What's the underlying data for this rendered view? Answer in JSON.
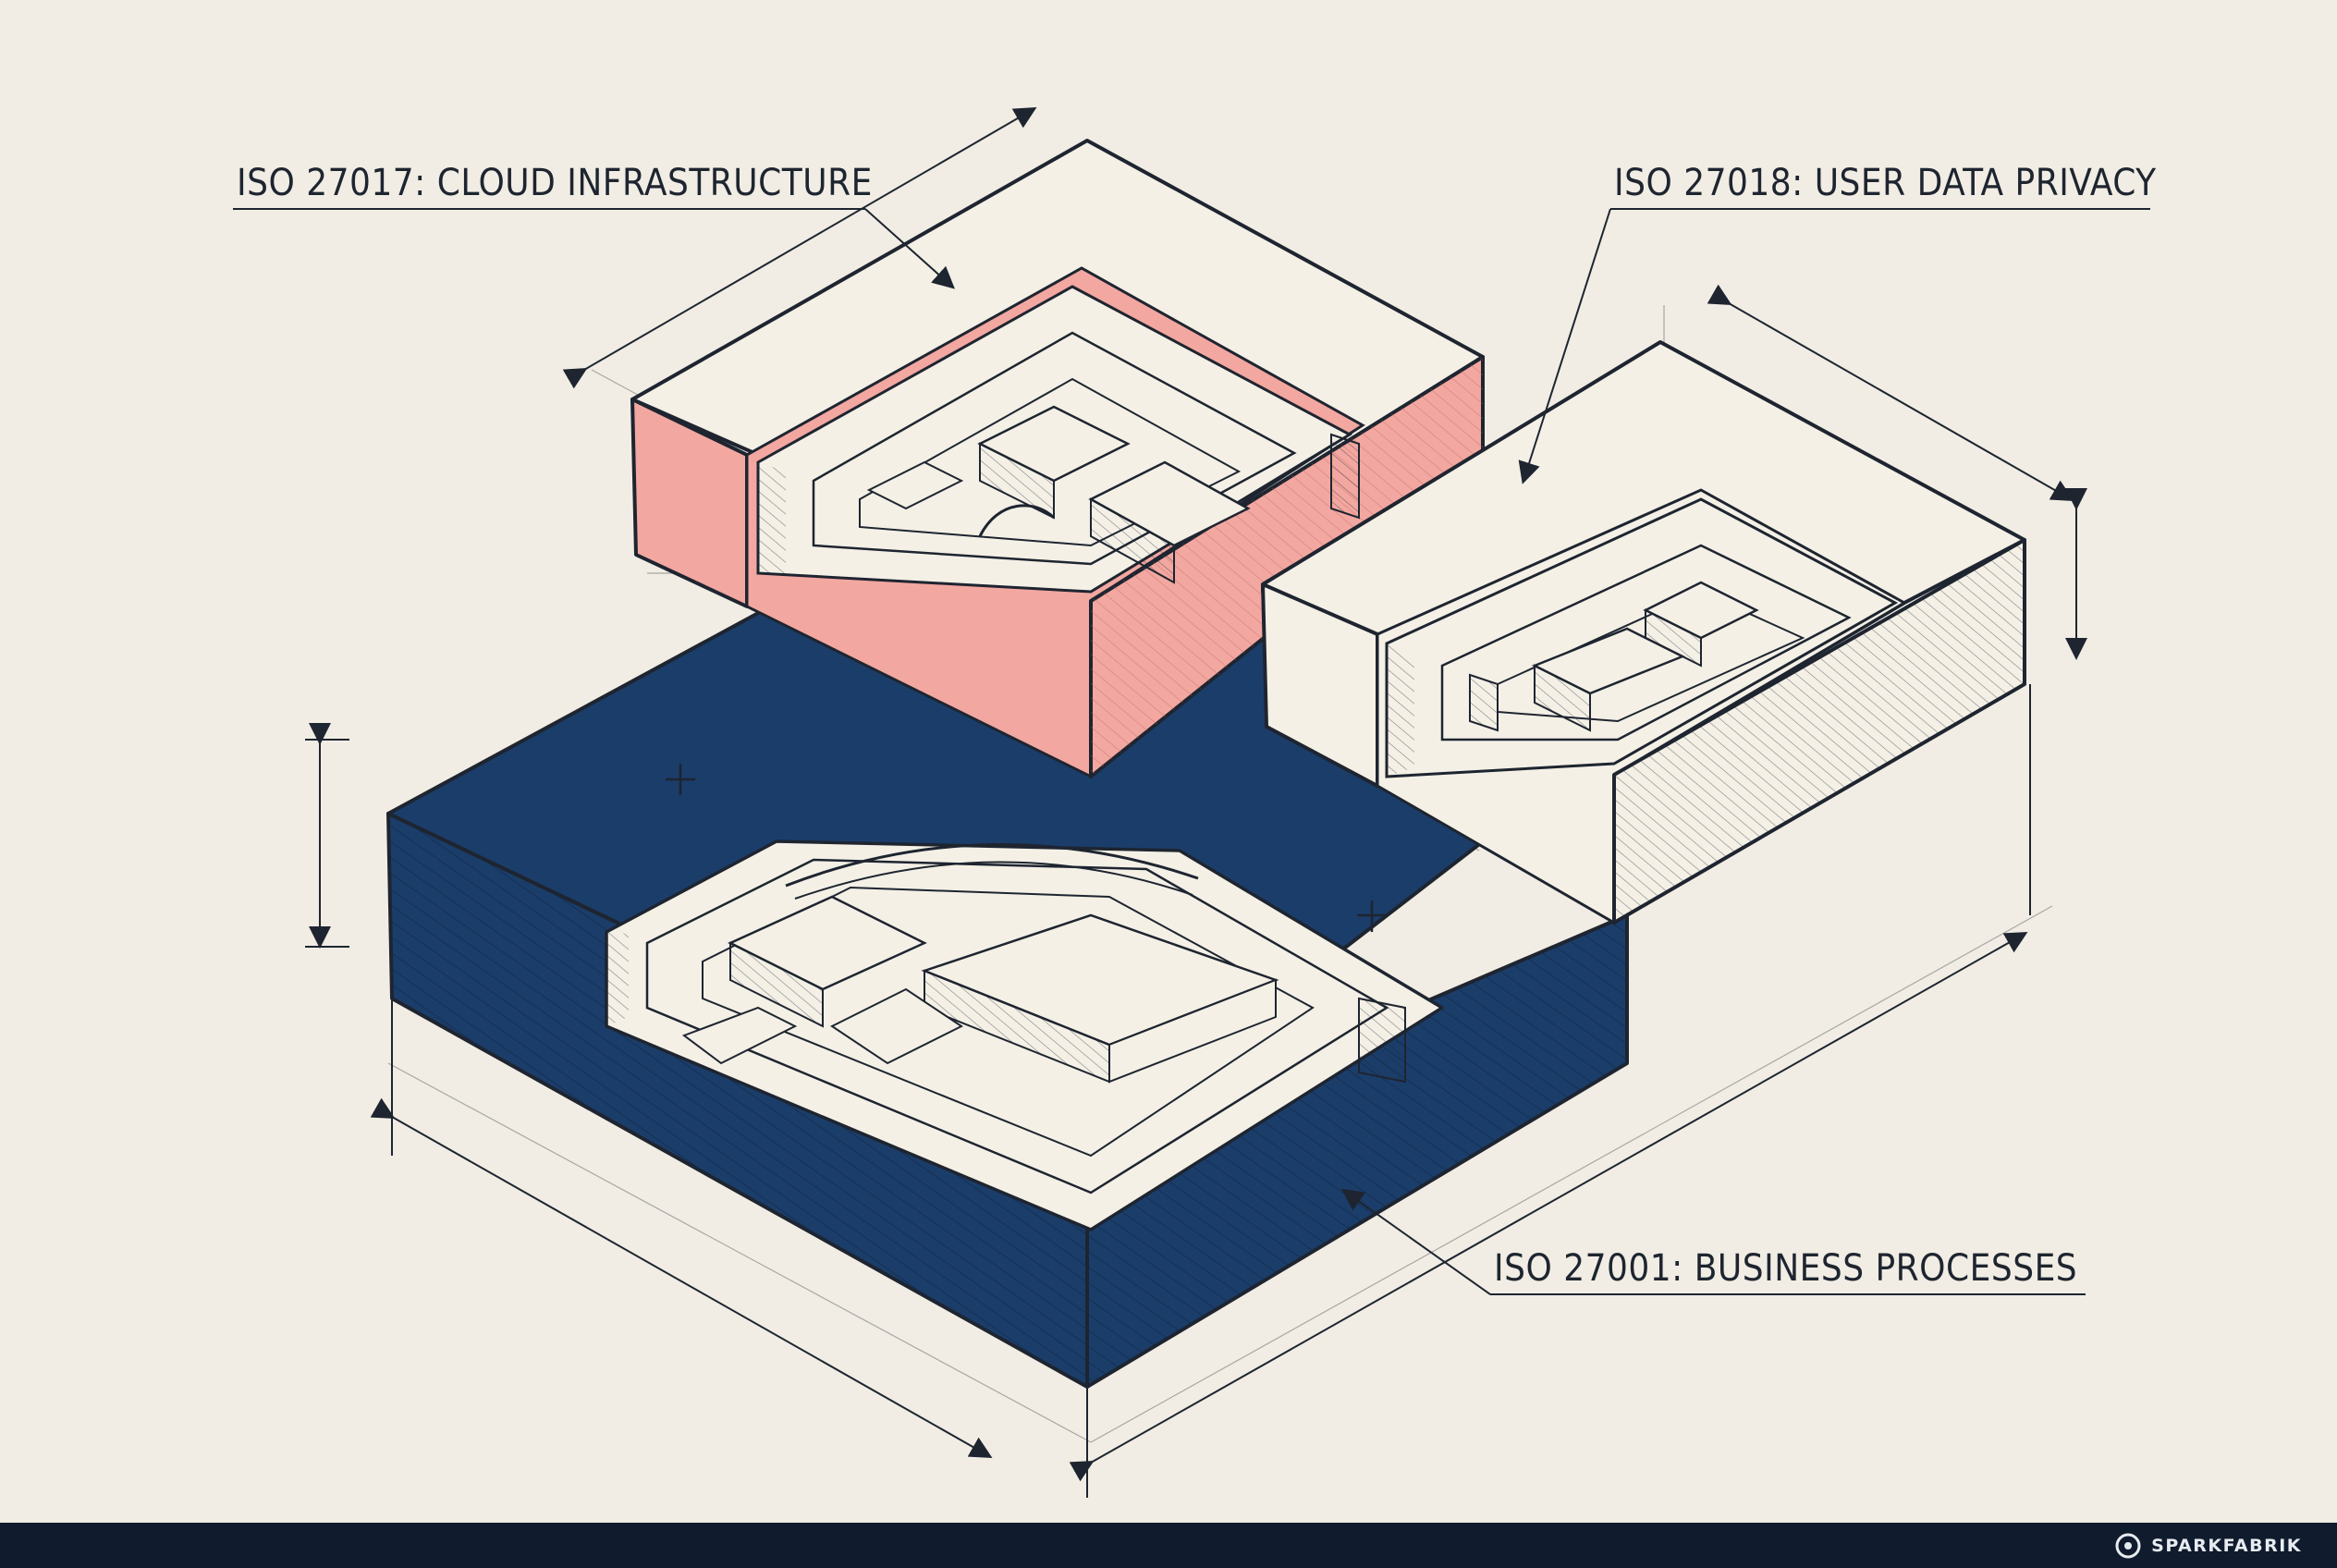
{
  "labels": {
    "cloud": "ISO 27017: CLOUD INFRASTRUCTURE",
    "privacy": "ISO 27018: USER DATA PRIVACY",
    "business": "ISO 27001: BUSINESS PROCESSES"
  },
  "footer": {
    "brand": "SPARKFABRIK"
  },
  "colors": {
    "background": "#f1ede4",
    "ink": "#1e2530",
    "navy": "#1b3d6a",
    "salmon": "#f2a7a0",
    "paper_block": "#f4f0e6",
    "footer": "#101c2e"
  },
  "icons": [
    "logo-icon"
  ]
}
